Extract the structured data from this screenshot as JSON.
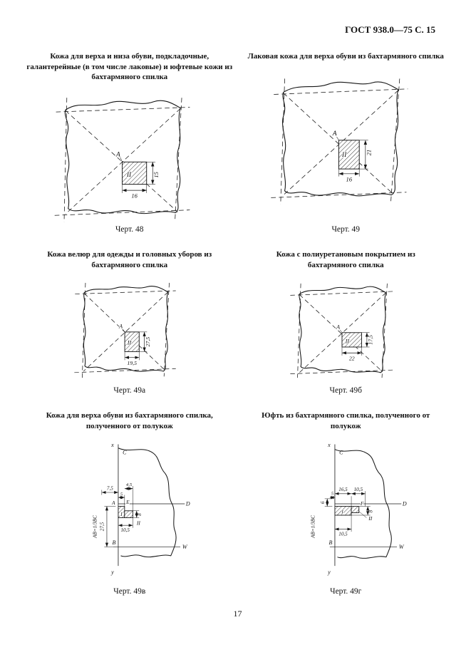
{
  "page": {
    "header": "ГОСТ 938.0—75 С. 15",
    "page_number": "17",
    "colors": {
      "ink": "#161616",
      "paper": "#ffffff"
    }
  },
  "figures": {
    "fig48": {
      "title": "Кожа для верха и низа обуви, подкладочные, галантерейные (в том числе лаковые) и юфтевые кожи из бахтармяного спилка",
      "caption": "Черт. 48",
      "point": "A",
      "sample": "II",
      "dim_width": "16",
      "dim_height": "15"
    },
    "fig49": {
      "title": "Лаковая кожа для верха обуви из бахтармяного спилка",
      "caption": "Черт. 49",
      "point": "A",
      "sample": "II",
      "dim_width": "16",
      "dim_height": "21"
    },
    "fig49a": {
      "title": "Кожа велюр для одежды и головных уборов из бахтармяного спилка",
      "caption": "Черт. 49а",
      "point": "A",
      "sample": "II",
      "dim_width": "19,5",
      "dim_height": "27,5"
    },
    "fig49b": {
      "title": "Кожа с полиуретановым покрытием из бахтармяного спилка",
      "caption": "Черт. 49б",
      "point": "A",
      "sample": "II",
      "dim_width": "22",
      "dim_height": "17,5"
    },
    "fig49v": {
      "title": "Кожа для верха обуви из бахтармяного спилка, полученного от полукож",
      "caption": "Черт. 49в",
      "axis_top": "х",
      "axis_bottom": "у",
      "pt_c": "C",
      "pt_d": "D",
      "pt_b": "B",
      "pt_w": "W",
      "pt_a": "A",
      "pt_e": "E",
      "sample1": "I",
      "sample2": "II",
      "note": "AB=1/3BC",
      "dim1": "7,5",
      "dim2": "5",
      "dim3": "4,5",
      "dim4": "27,5",
      "dim5": "8",
      "dim6": "10,5"
    },
    "fig49g": {
      "title": "Юфть из бахтармяного спилка, полученного от полукож",
      "caption": "Черт. 49г",
      "axis_top": "х",
      "axis_bottom": "у",
      "pt_c": "C",
      "pt_d": "D",
      "pt_b": "B",
      "pt_w": "W",
      "pt_f": "F",
      "sample1": "I",
      "sample2": "II",
      "note": "AB=1/3BC",
      "dim1": "6",
      "dim2": "5",
      "dim3": "16,5",
      "dim4": "10,5",
      "dim5": "8",
      "dim6": "10,5"
    }
  }
}
